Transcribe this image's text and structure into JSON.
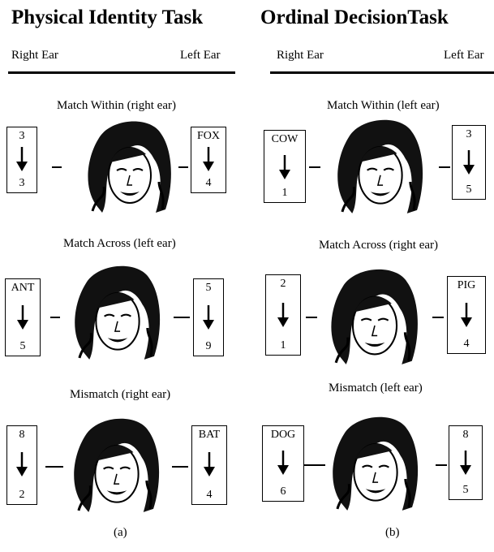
{
  "panels": [
    {
      "title": "Physical Identity Task",
      "left_ear_label": "Right Ear",
      "right_ear_label": "Left Ear",
      "caption": "(a)",
      "trials": [
        {
          "label": "Match Within (right ear)",
          "left_box": {
            "top": "3",
            "bottom": "3"
          },
          "right_box": {
            "top": "FOX",
            "bottom": "4"
          }
        },
        {
          "label": "Match Across (left ear)",
          "left_box": {
            "top": "ANT",
            "bottom": "5"
          },
          "right_box": {
            "top": "5",
            "bottom": "9"
          }
        },
        {
          "label": "Mismatch (right ear)",
          "left_box": {
            "top": "8",
            "bottom": "2"
          },
          "right_box": {
            "top": "BAT",
            "bottom": "4"
          }
        }
      ]
    },
    {
      "title": "Ordinal DecisionTask",
      "left_ear_label": "Right Ear",
      "right_ear_label": "Left Ear",
      "caption": "(b)",
      "trials": [
        {
          "label": "Match Within (left ear)",
          "left_box": {
            "top": "COW",
            "bottom": "1"
          },
          "right_box": {
            "top": "3",
            "bottom": "5"
          }
        },
        {
          "label": "Match Across (right ear)",
          "left_box": {
            "top": "2",
            "bottom": "1"
          },
          "right_box": {
            "top": "PIG",
            "bottom": "4"
          }
        },
        {
          "label": "Mismatch (left ear)",
          "left_box": {
            "top": "DOG",
            "bottom": "6"
          },
          "right_box": {
            "top": "8",
            "bottom": "5"
          }
        }
      ]
    }
  ],
  "icons": {
    "face": "woman-face-illustration",
    "arrow": "down-arrow-icon"
  }
}
